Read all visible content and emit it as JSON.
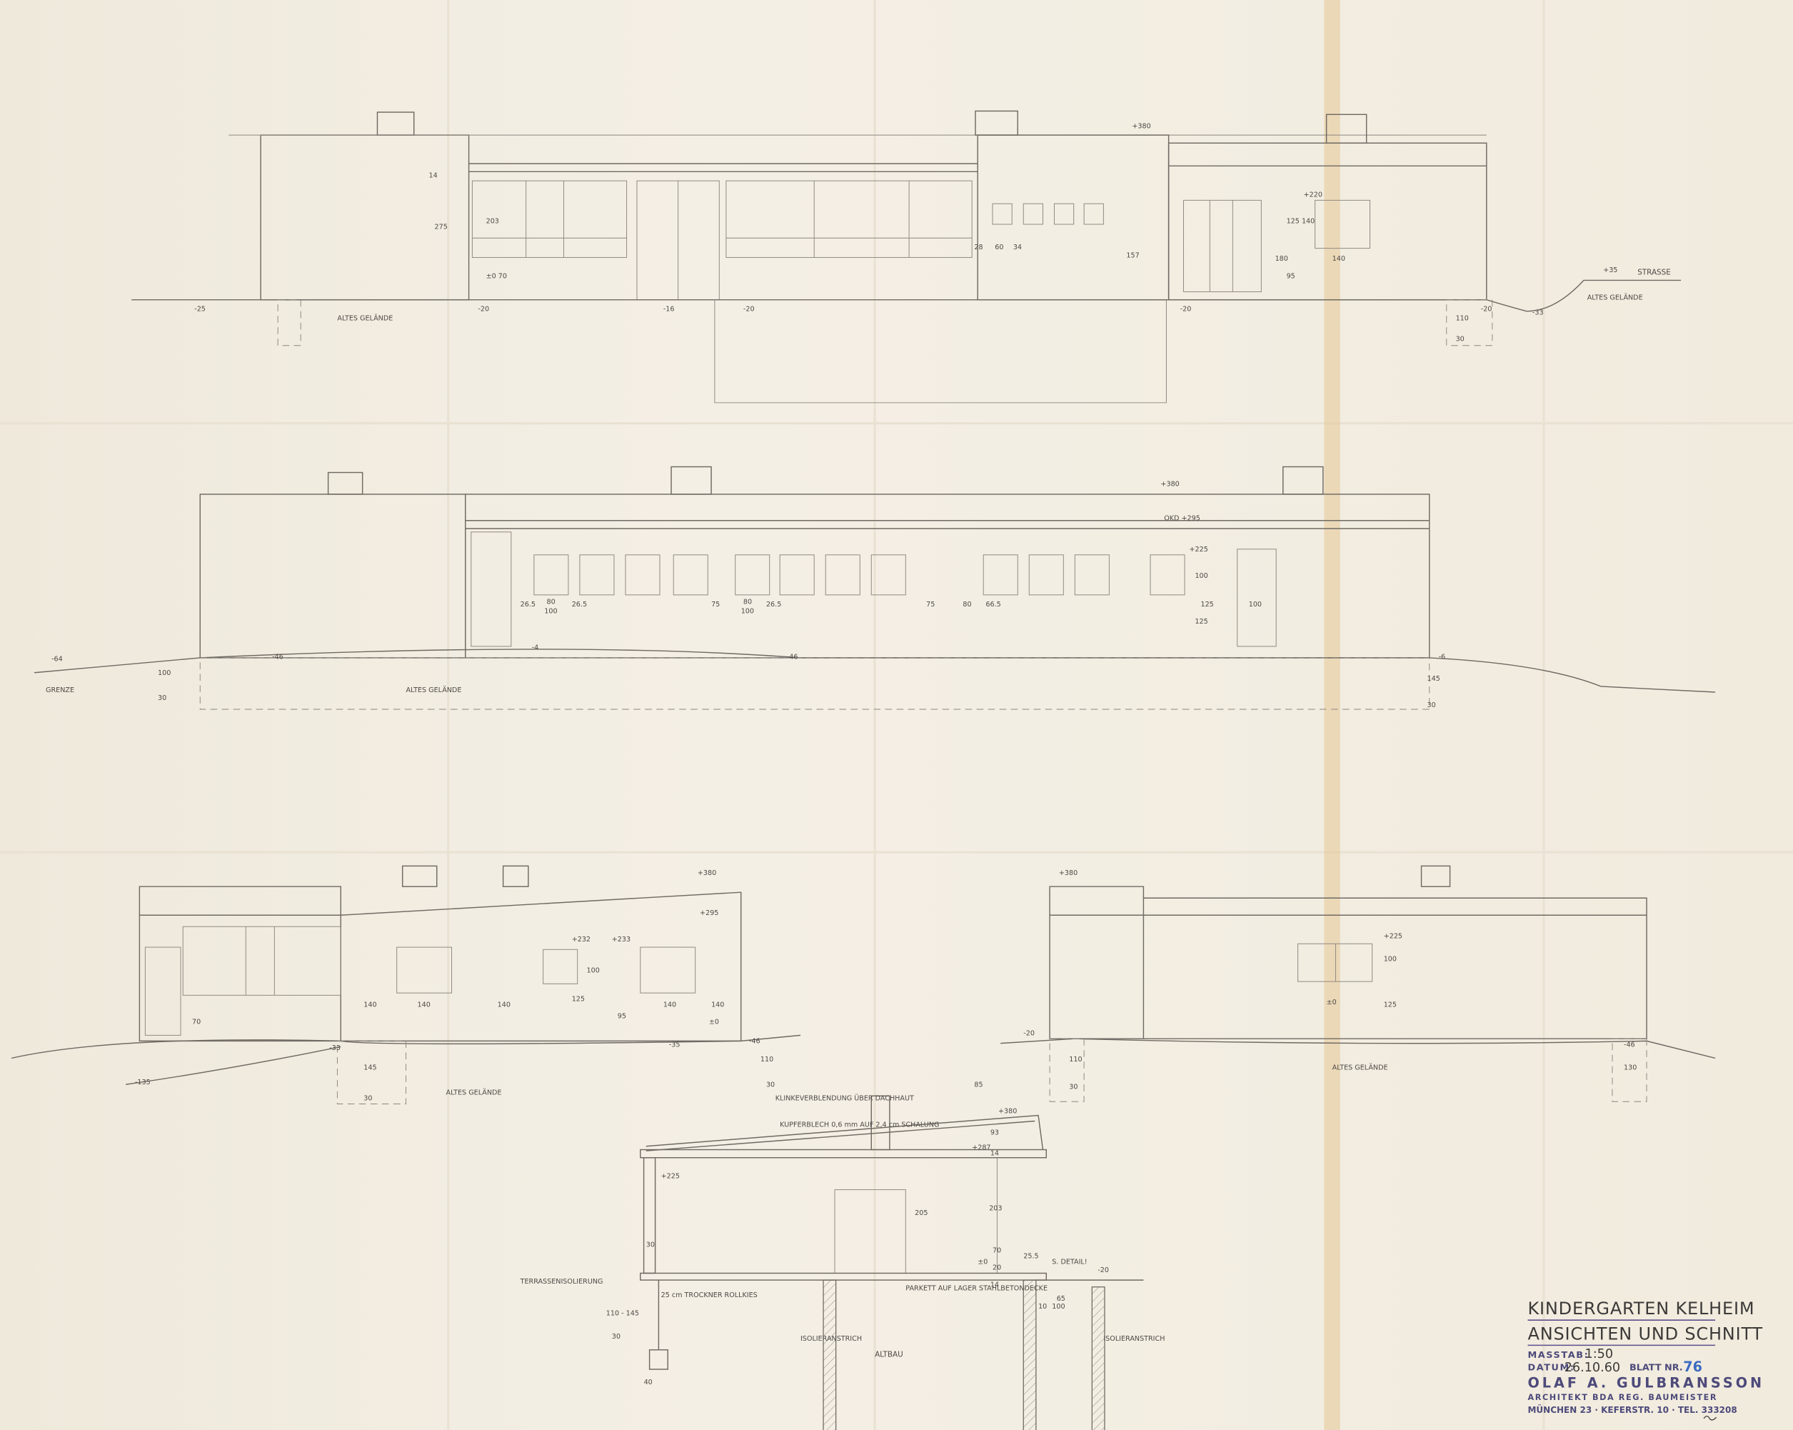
{
  "title_block": {
    "title": "KINDERGARTEN KELHEIM",
    "subtitle": "ANSICHTEN UND SCHNITT",
    "scale_label": "MASSTAB:",
    "scale": "1:50",
    "date_label": "DATUM:",
    "date": "26.10.60",
    "sheet_label": "BLATT NR.",
    "sheet_number": "76",
    "architect": "OLAF A. GULBRANSSON",
    "credentials": "ARCHITEKT BDA REG. BAUMEISTER",
    "address": "MÜNCHEN 23 · KEFERSTR. 10 · TEL. 333208"
  },
  "elevation_1": {
    "roof_level": "+380",
    "window_level": "+220",
    "dims": [
      "275",
      "203",
      "14",
      "±0 70",
      "28",
      "60",
      "34",
      "157",
      "125 140",
      "180",
      "140",
      "95",
      "110",
      "30"
    ],
    "levels": [
      "-25",
      "-20",
      "-16",
      "-20",
      "-20",
      "-20",
      "-33",
      "+35"
    ],
    "terrain_label_left": "ALTES GELÄNDE",
    "terrain_label_right": "ALTES GELÄNDE",
    "street_label": "STRASSE"
  },
  "elevation_2": {
    "roof_level": "+380",
    "ridge_level": "OKD +295",
    "window_level": "+225",
    "dims": [
      "26.5",
      "80",
      "100",
      "26.5",
      "75",
      "80",
      "100",
      "26.5",
      "75",
      "80",
      "66.5",
      "100",
      "125",
      "100",
      "125"
    ],
    "levels": [
      "-64",
      "-46",
      "-4",
      "-46",
      "-6"
    ],
    "boundary_label": "GRENZE",
    "terrain_label": "ALTES GELÄNDE",
    "side_dims": [
      "100",
      "30",
      "145",
      "30"
    ]
  },
  "elevation_3": {
    "roof_level": "+380",
    "eave_level": "+295",
    "window_levels": [
      "+232",
      "+233"
    ],
    "dims": [
      "140",
      "140",
      "140",
      "140",
      "140",
      "125",
      "95",
      "100",
      "±0",
      "70"
    ],
    "levels": [
      "-135",
      "-33",
      "-35",
      "-46"
    ],
    "terrain_label": "ALTES GELÄNDE",
    "side_dims": [
      "145",
      "30",
      "110",
      "30"
    ]
  },
  "elevation_4": {
    "roof_level": "+380",
    "window_level": "+225",
    "dims": [
      "100",
      "125",
      "±0"
    ],
    "levels": [
      "-20",
      "-46"
    ],
    "terrain_label": "ALTES GELÄNDE",
    "side_dims": [
      "110",
      "30",
      "130"
    ]
  },
  "section": {
    "note_cladding": "KLINKEVERBLENDUNG ÜBER DACHHAUT",
    "note_roof": "KUPFERBLECH 0,6 mm AUF 2,4 cm SCHALUNG",
    "roof_level": "+380",
    "ceiling_level": "+287",
    "window_level": "+225",
    "floor_level": "±0",
    "outside_level": "-20",
    "dims": [
      "85",
      "93",
      "14",
      "203",
      "205",
      "70",
      "20",
      "14",
      "30",
      "25.5",
      "65",
      "10",
      "100",
      "40",
      "110 - 145",
      "30"
    ],
    "note_floor": "PARKETT AUF LAGER STAHLBETONDECKE",
    "note_gravel": "25 cm TROCKNER ROLLKIES",
    "note_terrace": "TERRASSENISOLIERUNG",
    "note_detail": "S. DETAIL!",
    "note_insulation_left": "ISOLIERANSTRICH",
    "note_insulation_right": "ISOLIERANSTRICH",
    "note_old_building": "ALTBAU"
  },
  "colors": {
    "paper": "#f1ebde",
    "pencil": "#6f6a63",
    "stamp": "#4d4a7a",
    "blue_pencil": "#3b6bc2",
    "stain": "#e6c796"
  }
}
